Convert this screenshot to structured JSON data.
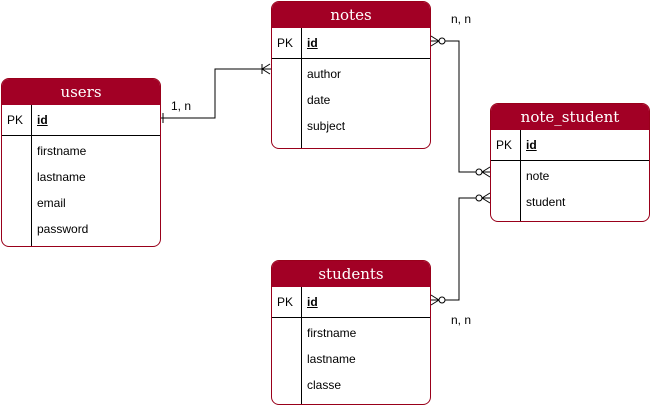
{
  "colors": {
    "header": "#a20025",
    "border": "#99001a",
    "line": "#000000"
  },
  "tables": {
    "notes": {
      "name": "notes",
      "pk": "PK",
      "pk_field": "id",
      "fields": [
        "author",
        "date",
        "subject"
      ]
    },
    "users": {
      "name": "users",
      "pk": "PK",
      "pk_field": "id",
      "fields": [
        "firstname",
        "lastname",
        "email",
        "password"
      ]
    },
    "note_student": {
      "name": "note_student",
      "pk": "PK",
      "pk_field": "id",
      "fields": [
        "note",
        "student"
      ]
    },
    "students": {
      "name": "students",
      "pk": "PK",
      "pk_field": "id",
      "fields": [
        "firstname",
        "lastname",
        "classe"
      ]
    }
  },
  "relations": {
    "users_notes": {
      "label": "1, n"
    },
    "notes_note_student": {
      "label": "n, n"
    },
    "students_note_student": {
      "label": "n, n"
    }
  }
}
